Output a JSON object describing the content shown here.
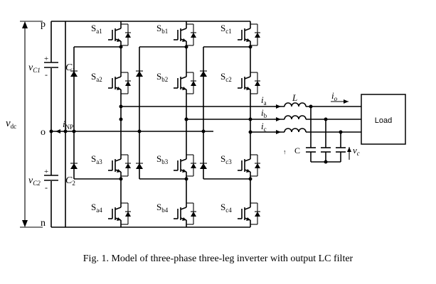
{
  "caption": "Fig. 1. Model of three-phase three-leg inverter with output LC filter",
  "nodes": {
    "p": "p",
    "o": "o",
    "n": "n"
  },
  "dc": {
    "v": "v",
    "sub": "dc"
  },
  "capacitors": [
    {
      "v": "v",
      "vsub": "C1",
      "name": "C",
      "namesub": "1",
      "plus": "+",
      "minus": "-"
    },
    {
      "v": "v",
      "vsub": "C2",
      "name": "C",
      "namesub": "2",
      "plus": "+",
      "minus": "-"
    }
  ],
  "inp": {
    "i": "i",
    "sub": "NP"
  },
  "switches": [
    {
      "s": "S",
      "sub": "a1"
    },
    {
      "s": "S",
      "sub": "b1"
    },
    {
      "s": "S",
      "sub": "c1"
    },
    {
      "s": "S",
      "sub": "a2"
    },
    {
      "s": "S",
      "sub": "b2"
    },
    {
      "s": "S",
      "sub": "c2"
    },
    {
      "s": "S",
      "sub": "a3"
    },
    {
      "s": "S",
      "sub": "b3"
    },
    {
      "s": "S",
      "sub": "c3"
    },
    {
      "s": "S",
      "sub": "a4"
    },
    {
      "s": "S",
      "sub": "b4"
    },
    {
      "s": "S",
      "sub": "c4"
    }
  ],
  "phase_currents": [
    {
      "i": "i",
      "sub": "a"
    },
    {
      "i": "i",
      "sub": "b"
    },
    {
      "i": "i",
      "sub": "c"
    }
  ],
  "filter": {
    "L": "L",
    "C": "C",
    "io": "i",
    "io_sub": "o",
    "vc": "v",
    "vc_sub": "c",
    "arrow_mark": "↑"
  },
  "load": "Load"
}
